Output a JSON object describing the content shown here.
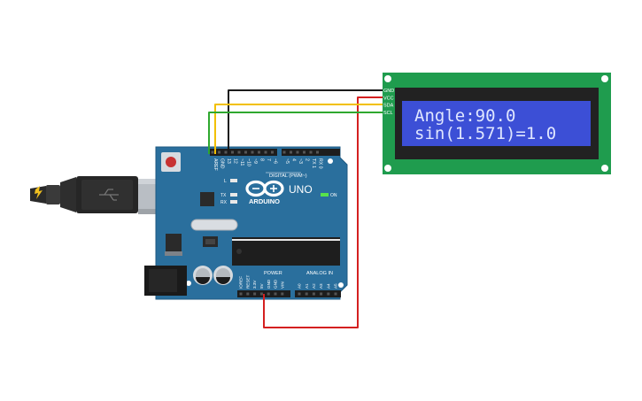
{
  "lcd": {
    "line1": "Angle:90.0",
    "line2": "sin(1.571)=1.0",
    "pins": [
      "GND",
      "VCC",
      "SDA",
      "SCL"
    ]
  },
  "arduino": {
    "brand": "ARDUINO",
    "model": "UNO",
    "on_label": "ON",
    "l_label": "L",
    "tx_label": "TX",
    "rx_label": "RX",
    "digital_label": "DIGITAL (PWM~)",
    "power_label": "POWER",
    "analog_label": "ANALOG IN",
    "digital_pins": [
      "AREF",
      "GND",
      "13",
      "12",
      "~11",
      "~10",
      "~9",
      "8",
      "7",
      "~6",
      "~5",
      "4",
      "~3",
      "2",
      "TX 1",
      "RX 0"
    ],
    "power_pins": [
      "IOREF",
      "RESET",
      "3.3V",
      "5V",
      "GND",
      "GND",
      "VIN"
    ],
    "analog_pins": [
      "A0",
      "A1",
      "A2",
      "A3",
      "A4",
      "A5"
    ]
  },
  "colors": {
    "board": "#2a6f9d",
    "lcd_pcb": "#1f9c4e",
    "lcd_screen": "#3c4fd6",
    "lcd_text": "#dfe6ff",
    "wire_gnd": "#1a1a1a",
    "wire_vcc": "#d42020",
    "wire_sda": "#f2c000",
    "wire_scl": "#2fa82f"
  }
}
